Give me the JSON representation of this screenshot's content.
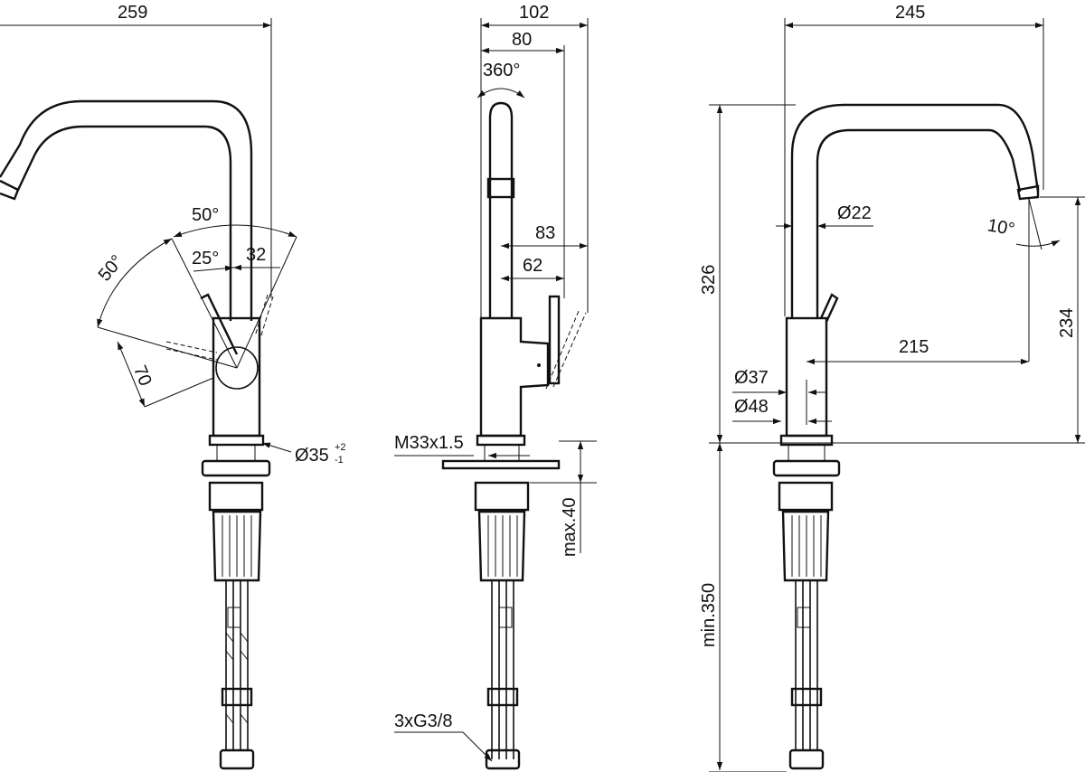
{
  "dimensions": {
    "front_width": "259",
    "side_width_total": "102",
    "side_width_inner": "80",
    "rotation": "360°",
    "angle_upper": "50°",
    "angle_left": "50°",
    "angle_lever": "25°",
    "lever_offset": "32",
    "lever_length": "70",
    "side_reach_upper": "83",
    "side_reach_lower": "62",
    "base_diameter": "Ø35",
    "base_tolerance_plus": "+2",
    "base_tolerance_minus": "-1",
    "thread": "M33x1.5",
    "max_deck": "max.40",
    "connectors": "3xG3/8",
    "right_width": "245",
    "total_height": "326",
    "spout_diameter": "Ø22",
    "spout_angle": "10°",
    "spout_height": "234",
    "spout_reach": "215",
    "body_diameter_small": "Ø37",
    "body_diameter_large": "Ø48",
    "hose_length": "min.350"
  }
}
